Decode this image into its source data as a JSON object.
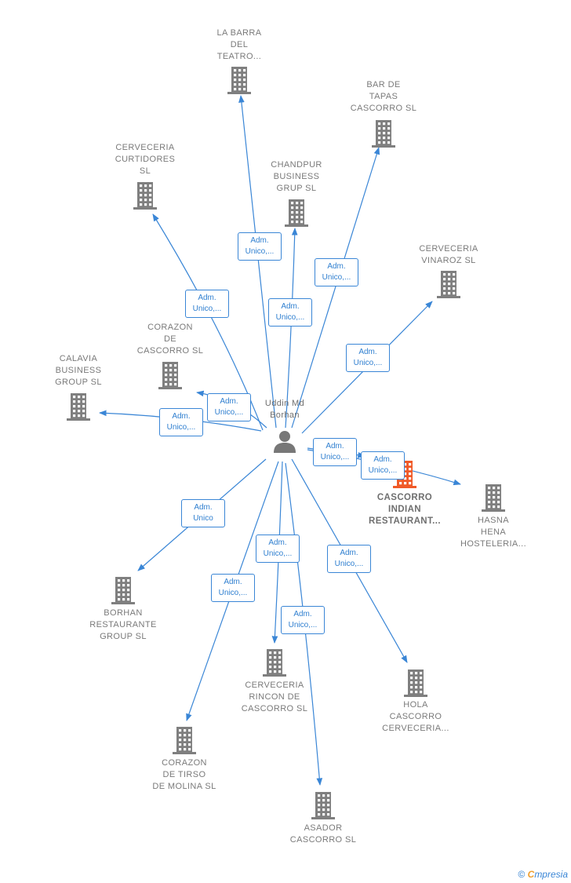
{
  "center": {
    "name": "Uddin Md\nBorhan"
  },
  "companies": [
    {
      "id": "la-barra-del-teatro",
      "label": "LA BARRA\nDEL\nTEATRO...",
      "focus": false
    },
    {
      "id": "bar-de-tapas-cascorro",
      "label": "BAR DE\nTAPAS\nCASCORRO  SL",
      "focus": false
    },
    {
      "id": "cerveceria-curtidores",
      "label": "CERVECERIA\nCURTIDORES\nSL",
      "focus": false
    },
    {
      "id": "chandpur-business-grup",
      "label": "CHANDPUR\nBUSINESS\nGRUP  SL",
      "focus": false
    },
    {
      "id": "cerveceria-vinaroz",
      "label": "CERVECERIA\nVINAROZ  SL",
      "focus": false
    },
    {
      "id": "corazon-de-cascorro",
      "label": "CORAZON\nDE\nCASCORRO  SL",
      "focus": false
    },
    {
      "id": "calavia-business-group",
      "label": "CALAVIA\nBUSINESS\nGROUP SL",
      "focus": false
    },
    {
      "id": "cascorro-indian-restaurant",
      "label": "CASCORRO\nINDIAN\nRESTAURANT...",
      "focus": true
    },
    {
      "id": "hasna-hena-hosteleria",
      "label": "HASNA\nHENA\nHOSTELERIA...",
      "focus": false
    },
    {
      "id": "borhan-restaurante-group",
      "label": "BORHAN\nRESTAURANTE\nGROUP  SL",
      "focus": false
    },
    {
      "id": "cerveceria-rincon-de-cascorro",
      "label": "CERVECERIA\nRINCON DE\nCASCORRO  SL",
      "focus": false
    },
    {
      "id": "hola-cascorro-cerveceria",
      "label": "HOLA\nCASCORRO\nCERVECERIA...",
      "focus": false
    },
    {
      "id": "corazon-de-tirso-de-molina",
      "label": "CORAZON\nDE TIRSO\nDE MOLINA  SL",
      "focus": false
    },
    {
      "id": "asador-cascorro",
      "label": "ASADOR\nCASCORRO  SL",
      "focus": false
    }
  ],
  "relations": [
    {
      "target": "la-barra-del-teatro",
      "label": "Adm.\nUnico,..."
    },
    {
      "target": "bar-de-tapas-cascorro",
      "label": "Adm.\nUnico,..."
    },
    {
      "target": "cerveceria-curtidores",
      "label": "Adm.\nUnico,..."
    },
    {
      "target": "chandpur-business-grup",
      "label": "Adm.\nUnico,..."
    },
    {
      "target": "cerveceria-vinaroz",
      "label": "Adm.\nUnico,..."
    },
    {
      "target": "corazon-de-cascorro",
      "label": "Adm.\nUnico,..."
    },
    {
      "target": "calavia-business-group",
      "label": "Adm.\nUnico,..."
    },
    {
      "target": "cascorro-indian-restaurant",
      "label": "Adm.\nUnico,..."
    },
    {
      "target": "hasna-hena-hosteleria",
      "label": "Adm.\nUnico,..."
    },
    {
      "target": "borhan-restaurante-group",
      "label": "Adm.\nUnico"
    },
    {
      "target": "cerveceria-rincon-de-cascorro",
      "label": "Adm.\nUnico,..."
    },
    {
      "target": "hola-cascorro-cerveceria",
      "label": "Adm.\nUnico,..."
    },
    {
      "target": "corazon-de-tirso-de-molina",
      "label": "Adm.\nUnico,..."
    },
    {
      "target": "asador-cascorro",
      "label": "Adm.\nUnico,..."
    }
  ],
  "colors": {
    "edge": "#3a86d6",
    "building": "#7f7f7f",
    "building_focus": "#f05a28",
    "person": "#777777"
  },
  "watermark": {
    "copyright": "©",
    "brand_initial": "C",
    "brand_rest": "mpresia"
  }
}
